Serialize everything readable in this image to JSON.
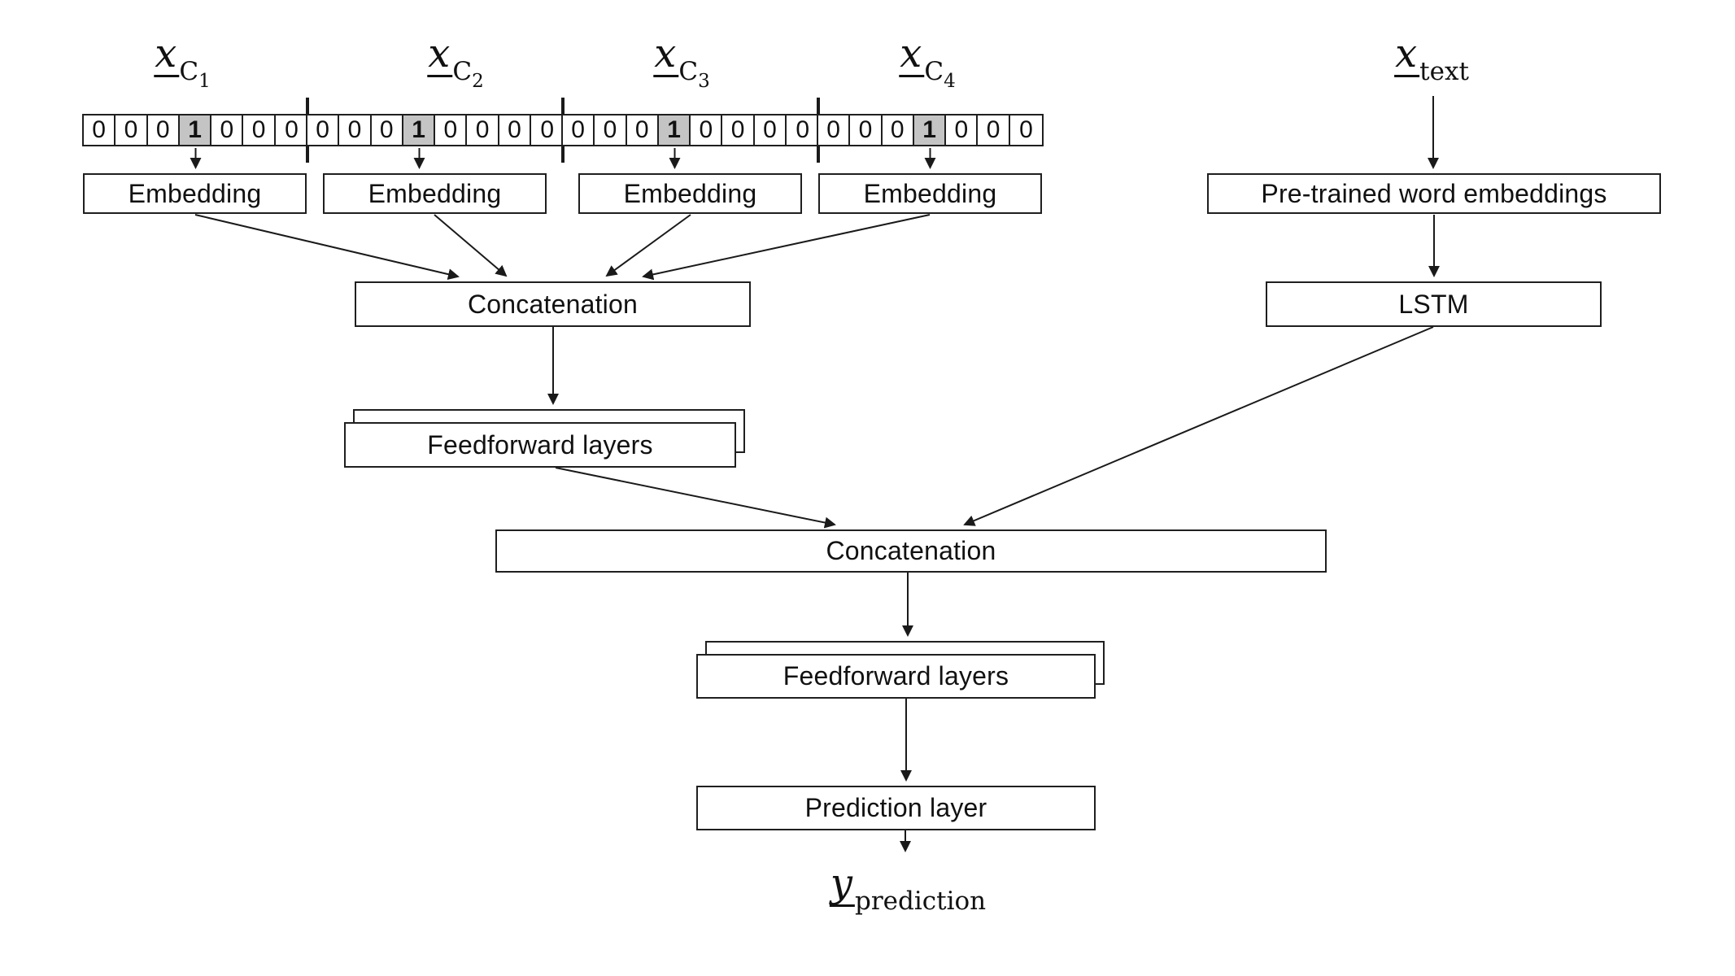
{
  "diagram": {
    "inputs": {
      "categorical": [
        {
          "var": "x",
          "sub": "C",
          "index": "1",
          "cells": [
            "0",
            "0",
            "0",
            "1",
            "0",
            "0",
            "0"
          ],
          "hot_index": 3
        },
        {
          "var": "x",
          "sub": "C",
          "index": "2",
          "cells": [
            "0",
            "0",
            "0",
            "1",
            "0",
            "0",
            "0",
            "0"
          ],
          "hot_index": 3
        },
        {
          "var": "x",
          "sub": "C",
          "index": "3",
          "cells": [
            "0",
            "0",
            "0",
            "1",
            "0",
            "0",
            "0",
            "0"
          ],
          "hot_index": 3
        },
        {
          "var": "x",
          "sub": "C",
          "index": "4",
          "cells": [
            "0",
            "0",
            "0",
            "1",
            "0",
            "0",
            "0"
          ],
          "hot_index": 3
        }
      ],
      "text": {
        "var": "x",
        "sub": "text"
      }
    },
    "boxes": {
      "embedding": "Embedding",
      "concatenation_top": "Concatenation",
      "feedforward_top": "Feedforward layers",
      "pretrained": "Pre-trained word embeddings",
      "lstm": "LSTM",
      "concatenation_bottom": "Concatenation",
      "feedforward_bottom": "Feedforward layers",
      "prediction": "Prediction layer"
    },
    "output": {
      "var": "y",
      "sub": "prediction"
    },
    "colors": {
      "background": "#ffffff",
      "line": "#1a1a1a",
      "box_border": "#1f1f1f",
      "highlight_cell": "#c4c4c4"
    }
  }
}
